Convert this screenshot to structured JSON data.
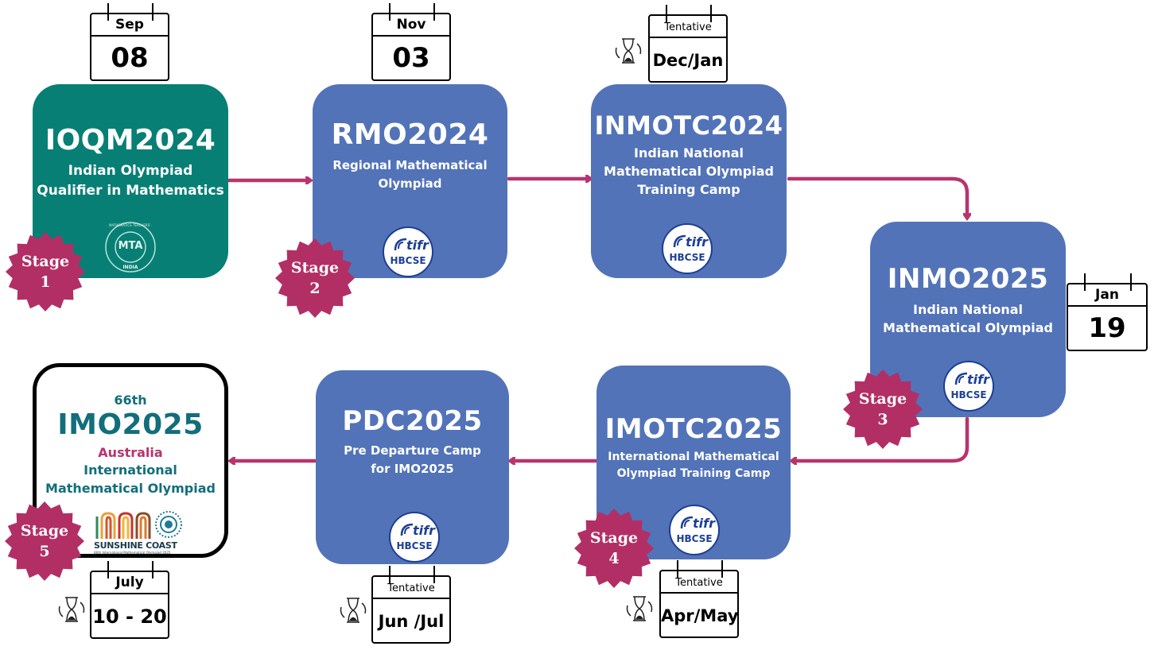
{
  "colors": {
    "green": "#087f74",
    "blue": "#5273b8",
    "arrow": "#b9336d",
    "stage_badge": "#b22f66",
    "imo_text": "#126e7c",
    "imo_country": "#b9336d"
  },
  "stages": {
    "s1": {
      "line1": "Stage",
      "line2": "1"
    },
    "s2": {
      "line1": "Stage",
      "line2": "2"
    },
    "s3": {
      "line1": "Stage",
      "line2": "3"
    },
    "s4": {
      "line1": "Stage",
      "line2": "4"
    },
    "s5": {
      "line1": "Stage",
      "line2": "5"
    }
  },
  "ioqm": {
    "code": "IOQM2024",
    "desc_line1": "Indian Olympiad",
    "desc_line2": "Qualifier in Mathematics",
    "logo_text": "MTA",
    "logo_ring_top": "MATHEMATICS TEACHERS' ASSOCIATION",
    "logo_ring_bottom": "INDIA",
    "cal_month": "Sep",
    "cal_value": "08"
  },
  "rmo": {
    "code": "RMO2024",
    "desc_line1": "Regional Mathematical",
    "desc_line2": "Olympiad",
    "cal_month": "Nov",
    "cal_value": "03"
  },
  "inmotc": {
    "code": "INMOTC2024",
    "desc_line1": "Indian National",
    "desc_line2": "Mathematical Olympiad",
    "desc_line3": "Training Camp",
    "cal_month": "Tentative",
    "cal_value": "Dec/Jan"
  },
  "inmo": {
    "code": "INMO2025",
    "desc_line1": "Indian National",
    "desc_line2": "Mathematical Olympiad",
    "cal_month": "Jan",
    "cal_value": "19"
  },
  "imotc": {
    "code": "IMOTC2025",
    "desc_line1": "International Mathematical",
    "desc_line2": "Olympiad Training Camp",
    "cal_month": "Tentative",
    "cal_value": "Apr/May"
  },
  "pdc": {
    "code": "PDC2025",
    "desc_line1": "Pre Departure Camp",
    "desc_line2": "for IMO2025",
    "cal_month": "Tentative",
    "cal_value": "Jun /Jul"
  },
  "imo": {
    "edition": "66th",
    "code": "IMO2025",
    "country": "Australia",
    "desc_line1": "International",
    "desc_line2": "Mathematical Olympiad",
    "logo_main": "SUNSHINE COAST",
    "logo_sub": "66th International Mathematical Olympiad 2025",
    "cal_month": "July",
    "cal_value": "10 - 20"
  },
  "hbcse_logo": {
    "top": "tifr",
    "bottom": "HBCSE"
  }
}
